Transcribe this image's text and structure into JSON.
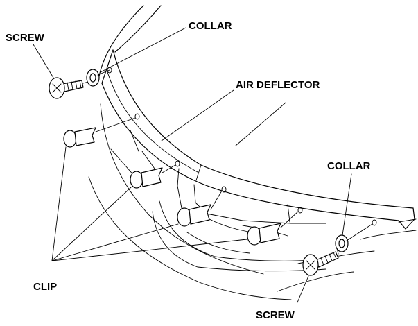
{
  "labels": {
    "screw_top": "SCREW",
    "collar_top": "COLLAR",
    "air_deflector": "AIR DEFLECTOR",
    "collar_right": "COLLAR",
    "clip": "CLIP",
    "screw_bottom": "SCREW"
  }
}
